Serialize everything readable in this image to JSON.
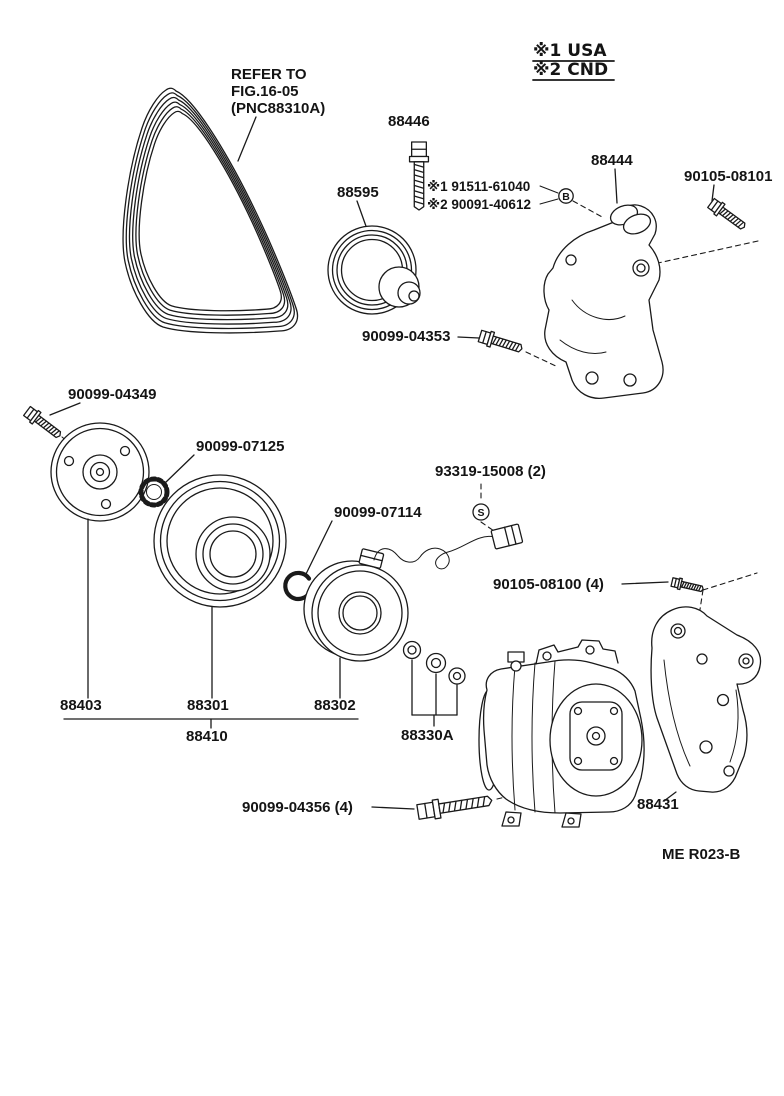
{
  "diagram": {
    "region_notes": {
      "usa": "※1 USA",
      "cnd": "※2 CND"
    },
    "refer_note": {
      "line1": "REFER TO",
      "line2": "FIG.16-05",
      "line3": "(PNC88310A)"
    },
    "bolt_notes": {
      "usa": "※1 91511-61040",
      "cnd": "※2 90091-40612",
      "marker": "B"
    },
    "connector_note": {
      "label": "93319-15008 (2)",
      "marker": "S"
    },
    "part_labels": {
      "bolt_88446": "88446",
      "pulley_88595": "88595",
      "bracket_88444": "88444",
      "bolt_90105_08101": "90105-08101",
      "bolt_90099_04353": "90099-04353",
      "bolt_90099_04349": "90099-04349",
      "ring_90099_07125": "90099-07125",
      "ring_90099_07114": "90099-07114",
      "bolt_90105_08100": "90105-08100 (4)",
      "hub_88403": "88403",
      "pulley_88301": "88301",
      "coil_88302": "88302",
      "assembly_88410": "88410",
      "washers_88330A": "88330A",
      "bolt_90099_04356": "90099-04356 (4)",
      "bracket_88431": "88431"
    },
    "footer_code": "ME R023-B"
  }
}
